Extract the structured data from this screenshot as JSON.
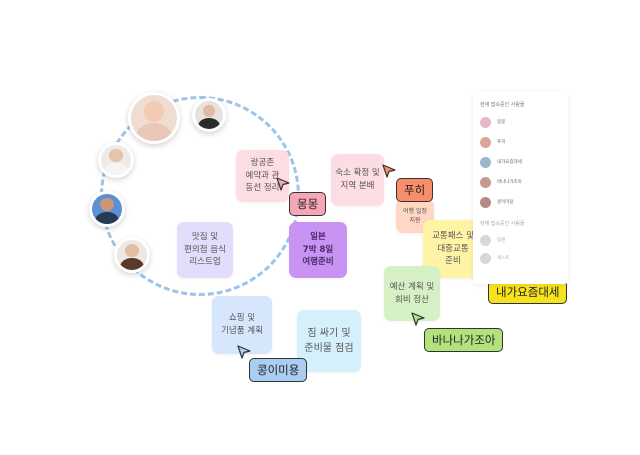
{
  "notes": {
    "tour": {
      "label": "랑공존\n예약과 관\n동선 정리",
      "color": "#fddde4"
    },
    "stay": {
      "label": "숙소 확정 및\n지역 분배",
      "color": "#fddde4"
    },
    "food": {
      "label": "맛집 및\n편의점 음식\n리스트업",
      "color": "#e4dcfb"
    },
    "main": {
      "label": "일본\n7박 8일\n여행준비",
      "color": "#c993f3"
    },
    "partial": {
      "label": "여행 일정\n지원",
      "color": "#ffd7c2"
    },
    "transit": {
      "label": "교통패스 및\n대중교통\n준비",
      "color": "#fff3a6"
    },
    "budget": {
      "label": "예산 계획 및\n회비 정산",
      "color": "#d5f0c4"
    },
    "shopping": {
      "label": "쇼핑 및\n기념품 계획",
      "color": "#d6e6fb"
    },
    "packing": {
      "label": "짐 싸기 및\n준비물 점검",
      "color": "#d6f0fb"
    }
  },
  "cursors": {
    "mongmong": {
      "name": "몽몽",
      "color": "#f7a6b8"
    },
    "puhee": {
      "name": "푸히",
      "color": "#f88d6b"
    },
    "naega": {
      "name": "내가요즘대세",
      "color": "#f6e31e"
    },
    "banana": {
      "name": "바나나가조아",
      "color": "#b3e27d"
    },
    "kong": {
      "name": "콩이미용",
      "color": "#a9cdf3"
    }
  },
  "panel": {
    "online_title": "현재 접속중인 사람들",
    "offline_title": "현재 접속중인 사람들",
    "online": [
      {
        "name": "몽몽",
        "color": "#e9b7c3"
      },
      {
        "name": "푸히",
        "color": "#d9a59a"
      },
      {
        "name": "내가요즘대세",
        "color": "#9ab7c9"
      },
      {
        "name": "바나나가조아",
        "color": "#c49a8c"
      },
      {
        "name": "콩이미용",
        "color": "#b58a86"
      }
    ],
    "offline": [
      {
        "name": "팀원"
      },
      {
        "name": "게스트"
      }
    ]
  }
}
